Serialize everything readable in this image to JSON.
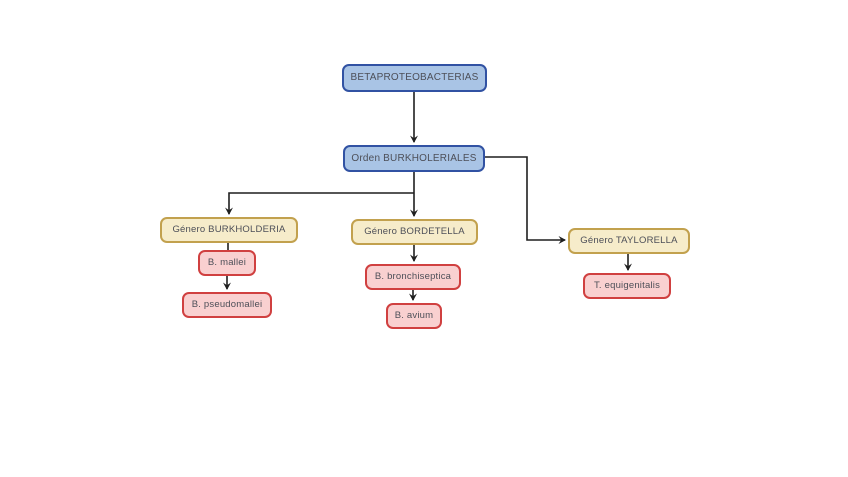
{
  "diagram": {
    "nodes": {
      "root": "BETAPROTEOBACTERIAS",
      "orden": "Orden BURKHOLERIALES",
      "burkholderia": "Género BURKHOLDERIA",
      "bordetella": "Género BORDETELLA",
      "taylorella": "Género TAYLORELLA",
      "mallei": "B. mallei",
      "pseudomallei": "B. pseudomallei",
      "bronchiseptica": "B. bronchiseptica",
      "avium": "B. avium",
      "equigenitalis": "T. equigenitalis"
    },
    "edges": [
      {
        "from": "BETAPROTEOBACTERIAS",
        "to": "Orden BURKHOLERIALES"
      },
      {
        "from": "Orden BURKHOLERIALES",
        "to": "Género BURKHOLDERIA"
      },
      {
        "from": "Orden BURKHOLERIALES",
        "to": "Género BORDETELLA"
      },
      {
        "from": "Orden BURKHOLERIALES",
        "to": "Género TAYLORELLA"
      },
      {
        "from": "Género BURKHOLDERIA",
        "to": "B. mallei"
      },
      {
        "from": "B. mallei",
        "to": "B. pseudomallei"
      },
      {
        "from": "Género BORDETELLA",
        "to": "B. bronchiseptica"
      },
      {
        "from": "B. bronchiseptica",
        "to": "B. avium"
      },
      {
        "from": "Género TAYLORELLA",
        "to": "T. equigenitalis"
      }
    ],
    "colors": {
      "order_fill": "#a9c4e5",
      "order_border": "#3152a3",
      "genus_fill": "#f6ecca",
      "genus_border": "#c2a14e",
      "species_fill": "#f9d0d0",
      "species_border": "#d04040",
      "text": "#4d4f58",
      "line": "#1f1f1f"
    }
  }
}
